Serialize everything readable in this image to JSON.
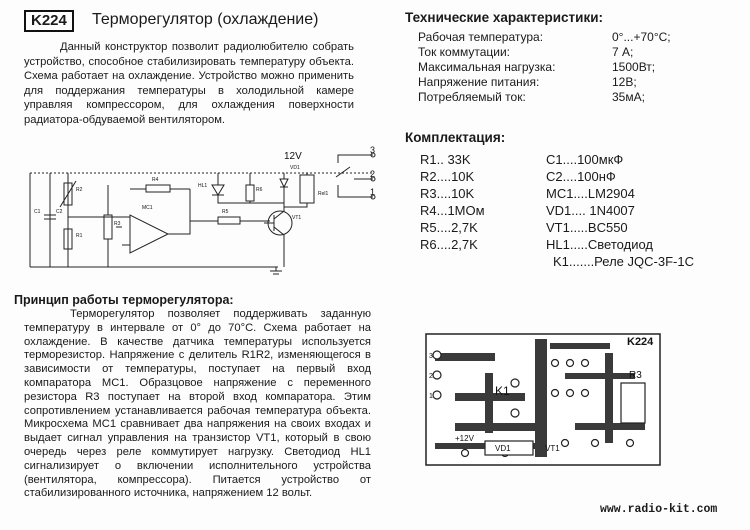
{
  "header": {
    "code": "K224",
    "title": "Терморегулятор (охлаждение)"
  },
  "intro": {
    "lines": [
      "Данный конструктор позволит радиолюбителю",
      "собрать устройство, способное стабилизировать",
      "температуру объекта. Схема работает на охлаждение.",
      "Устройство можно применить для поддержания",
      "температуры в холодильной камере управляя",
      "компрессором, для охлаждения поверхности",
      "радиатора-обдуваемой вентилятором."
    ]
  },
  "specs": {
    "title": "Технические характеристики:",
    "items": [
      {
        "label": "Рабочая температура:",
        "value": "0°...+70°С;"
      },
      {
        "label": "Ток коммутации:",
        "value": "7 А;"
      },
      {
        "label": "Максимальная нагрузка:",
        "value": "1500Вт;"
      },
      {
        "label": "Напряжение питания:",
        "value": "12В;"
      },
      {
        "label": "Потребляемый ток:",
        "value": "35мА;"
      }
    ]
  },
  "kit": {
    "title": "Комплектация:",
    "left": [
      "R1.. 33K",
      "R2....10K",
      "R3....10K",
      "R4...1МОм",
      "R5....2,7K",
      "R6....2,7K"
    ],
    "right": [
      "C1....100мкФ",
      "C2....100нФ",
      "MC1....LM2904",
      "VD1.... 1N4007",
      "VT1.....BC550",
      "HL1.....Светодиод",
      "K1.......Реле JQC-3F-1C"
    ]
  },
  "schematic": {
    "labels": {
      "v12": "12V",
      "t3": "3",
      "t2": "2",
      "t1": "1",
      "r2": "R2",
      "r4": "R4",
      "r3": "R3",
      "r1": "R1",
      "r5": "R5",
      "r6": "R6",
      "c1": "C1",
      "c2": "C2",
      "mc1": "MC1",
      "hl1": "HL1",
      "vd1": "VD1",
      "vt1": "VT1",
      "rel1": "Rel1"
    }
  },
  "principle": {
    "title": "Принцип работы терморегулятора:",
    "lines": [
      "Терморегулятор позволяет поддерживать заданную",
      "температуру в интервале от 0° до 70°С. Схема работает на",
      "охлаждение. В качестве датчика температуры используется",
      "терморезистор. Напряжение с делитель R1R2, изменяющегося в",
      "зависимости от температуры, поступает на первый вход",
      "компаратора МС1. Образцовое напряжение с переменного",
      "резистора R3 поступает на второй вход компаратора. Этим",
      "сопротивлением устанавливается рабочая температура",
      "объекта. Микросхема МС1 сравнивает два напряжения на своих",
      "входах и выдает сигнал управления на транзистор VT1, который",
      "в свою очередь через реле коммутирует нагрузку. Светодиод",
      "HL1 сигнализирует о включении исполнительного устройства",
      "(вентилятора, компрессора). Питается устройство от",
      "стабилизированного источника, напряжением 12 вольт."
    ]
  },
  "pcb": {
    "code": "K224",
    "k1": "K1",
    "r3": "R3",
    "vd1": "VD1",
    "vt1": "VT1",
    "v12": "+12V",
    "pin3": "3",
    "pin2": "2",
    "pin1": "1"
  },
  "footer": {
    "website": "www.radio-kit.com"
  }
}
